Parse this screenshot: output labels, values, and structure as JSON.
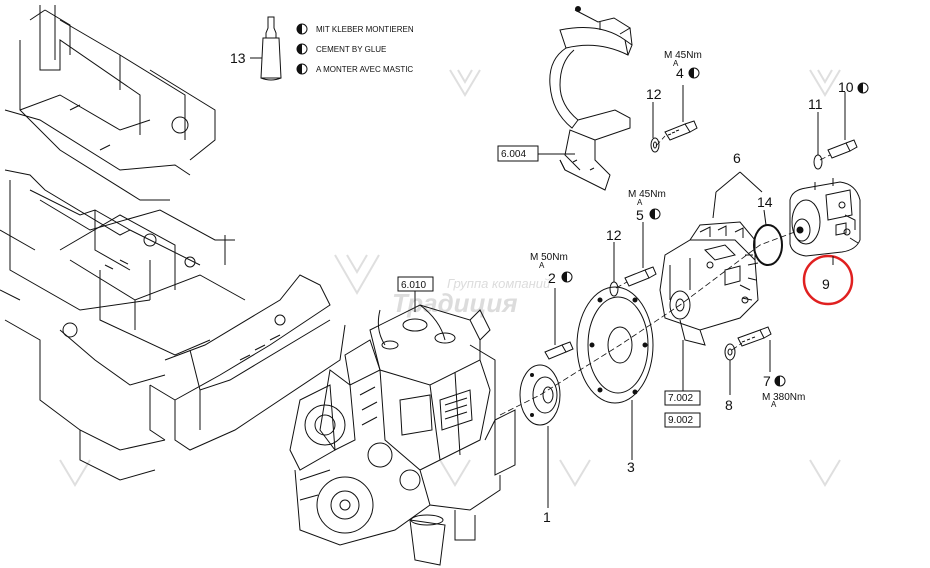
{
  "legend": {
    "part_number": "13",
    "lines": [
      "MIT KLEBER MONTIEREN",
      "CEMENT BY GLUE",
      "A MONTER AVEC MASTIC"
    ]
  },
  "references": [
    "6.004",
    "6.010",
    "7.002",
    "9.002"
  ],
  "torque": {
    "t4": "M  45Nm",
    "t5": "M  45Nm",
    "t2": "M  50Nm",
    "t7": "M  380Nm",
    "sub": "A"
  },
  "callouts": {
    "c1": "1",
    "c2": "2",
    "c3": "3",
    "c4": "4",
    "c5": "5",
    "c6": "6",
    "c7": "7",
    "c8": "8",
    "c9": "9",
    "c10": "10",
    "c11": "11",
    "c12a": "12",
    "c12b": "12",
    "c14": "14"
  },
  "watermark": {
    "company": "Группа компаний",
    "brand": "Традиция"
  },
  "colors": {
    "line": "#111111",
    "highlight_circle": "#e02020",
    "watermark": "#d9d9d9"
  }
}
